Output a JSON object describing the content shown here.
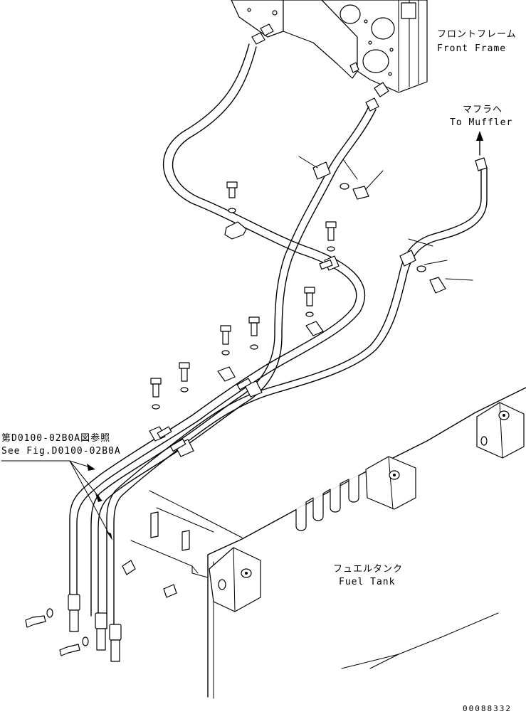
{
  "labels": {
    "front_frame_jp": "フロントフレーム",
    "front_frame_en": "Front Frame",
    "to_muffler_jp": "マフラヘ",
    "to_muffler_en": "To Muffler",
    "see_fig_jp": "第D0100-02B0A図参照",
    "see_fig_en": "See Fig.D0100-02B0A",
    "fuel_tank_jp": "フュエルタンク",
    "fuel_tank_en": "Fuel Tank",
    "drawing_number": "00088332"
  }
}
